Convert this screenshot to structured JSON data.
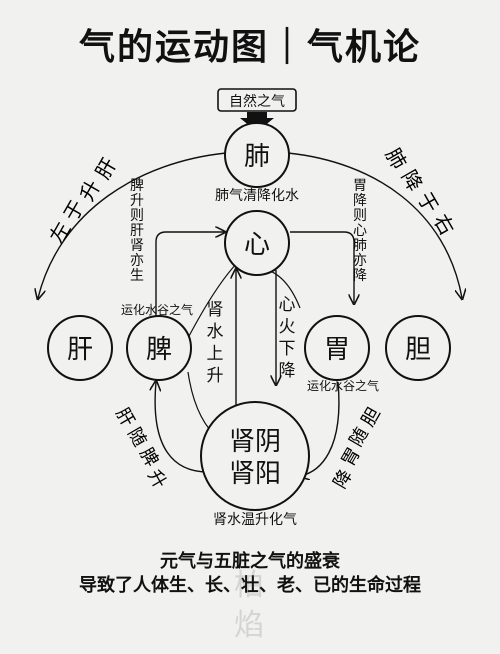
{
  "title": "气的运动图｜气机论",
  "source_label": "自然之气",
  "nodes": {
    "lung": "肺",
    "heart": "心",
    "liver": "肝",
    "spleen": "脾",
    "stomach": "胃",
    "gallbladder": "胆",
    "kidney_yin": "肾阴",
    "kidney_yang": "肾阳"
  },
  "labels": {
    "lung_caption": "肺气清降化水",
    "liver_rises": "肝升于左",
    "lung_descends": "肺降于右",
    "spleen_rises_left": "脾升则肝肾亦生",
    "stomach_descends_right": "胃降则心肺亦降",
    "spleen_transform": "运化水谷之气",
    "stomach_transform": "运化水谷之气",
    "kidney_water_rises": "肾水上升",
    "heart_fire_descends": "心火下降",
    "liver_follows_spleen": "肝随脾升",
    "gall_follows_stomach": "胆随胃降",
    "kidney_caption": "肾水温升化气"
  },
  "captions": {
    "line1": "元气与五脏之气的盛衰",
    "line2": "导致了人体生、长、壮、老、已的生命过程"
  },
  "watermark": "柏焰"
}
